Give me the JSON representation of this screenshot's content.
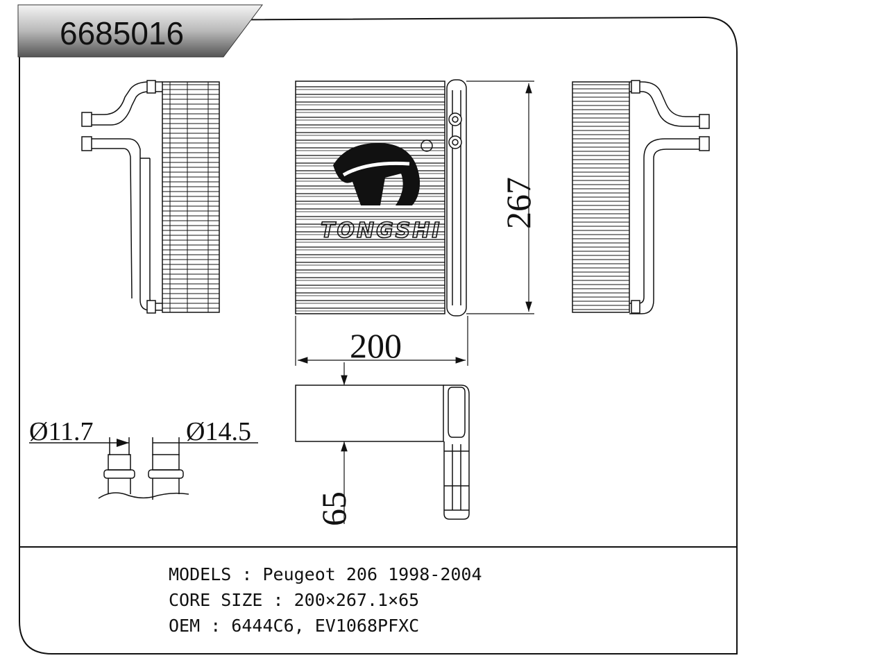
{
  "part_number": "6685016",
  "brand_logo": {
    "text": "TONGSHI",
    "registered_mark": "®"
  },
  "dimensions": {
    "width": "200",
    "height": "267",
    "depth": "65",
    "pipe_diameter_small": "Ø11.7",
    "pipe_diameter_large": "Ø14.5"
  },
  "specs": {
    "models": "MODELS : Peugeot 206 1998-2004",
    "core_size": "CORE SIZE : 200×267.1×65",
    "oem": "OEM : 6444C6, EV1068PFXC"
  }
}
